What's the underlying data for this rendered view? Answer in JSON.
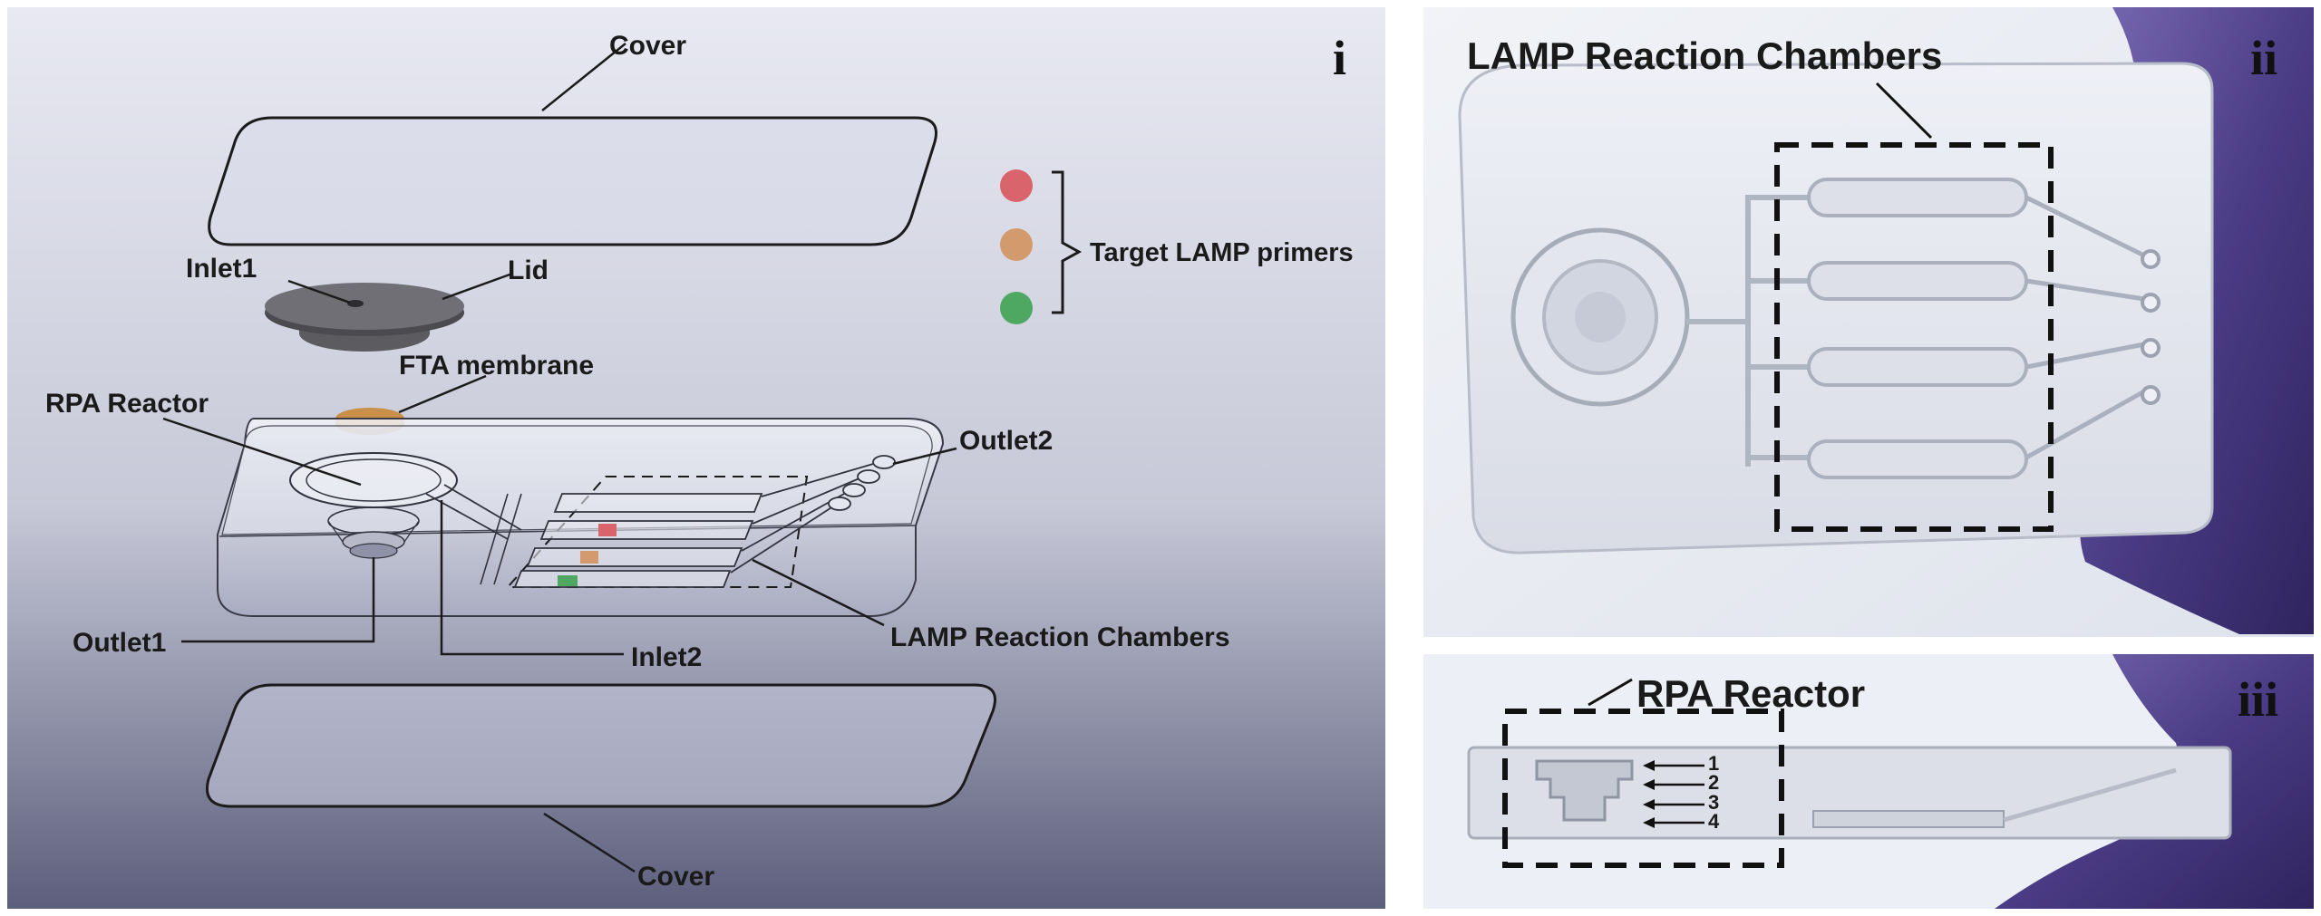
{
  "panels": {
    "i": {
      "label": "i",
      "labels": {
        "cover_top": "Cover",
        "inlet1": "Inlet1",
        "lid": "Lid",
        "target_primers": "Target LAMP primers",
        "fta": "FTA membrane",
        "rpa": "RPA Reactor",
        "outlet2": "Outlet2",
        "outlet1": "Outlet1",
        "inlet2": "Inlet2",
        "lamp": "LAMP Reaction Chambers",
        "cover_bottom": "Cover"
      },
      "primer_colors": [
        "#d9646b",
        "#d39a6e",
        "#4fa861"
      ]
    },
    "ii": {
      "label": "ii",
      "title": "LAMP Reaction Chambers"
    },
    "iii": {
      "label": "iii",
      "title": "RPA Reactor",
      "layers": [
        "1",
        "2",
        "3",
        "4"
      ]
    }
  },
  "colors": {
    "panel_bg_top": "#e6e8f1",
    "panel_bg_bottom": "#565a78",
    "photo_bg": "#e9ecf2",
    "glove": "#4d3f86"
  }
}
